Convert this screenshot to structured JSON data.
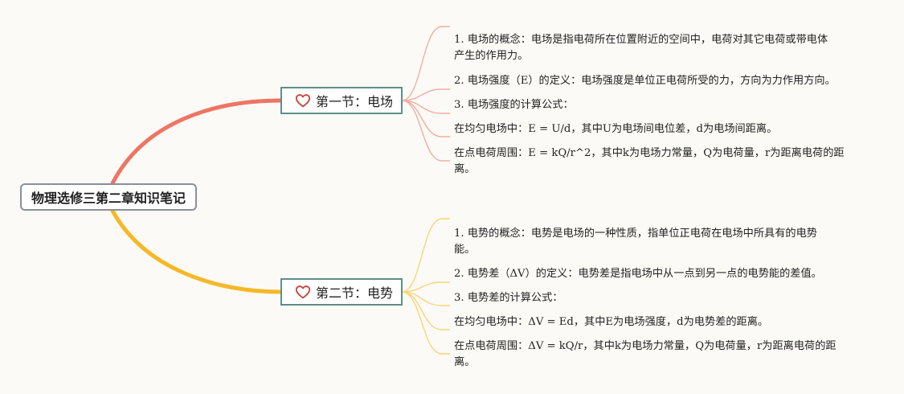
{
  "root": {
    "title": "物理选修三第二章知识笔记"
  },
  "branches": [
    {
      "icon": "heart-icon",
      "title": "第一节：电场",
      "color": "#ee7564",
      "items": [
        {
          "line1": "1. 电场的概念：电场是指电荷所在位置附近的空间中，电荷对其它电荷或带电体",
          "line2": "产生的作用力。"
        },
        {
          "line1": "2. 电场强度（E）的定义：电场强度是单位正电荷所受的力，方向为力作用方向。",
          "line2": ""
        },
        {
          "line1": "3. 电场强度的计算公式：",
          "line2": ""
        },
        {
          "line1": "在均匀电场中：E = U/d，其中U为电场间电位差，d为电场间距离。",
          "line2": ""
        },
        {
          "line1": "在点电荷周围：E = kQ/r^2，其中k为电场力常量，Q为电荷量，r为距离电荷的距",
          "line2": "离。"
        }
      ]
    },
    {
      "icon": "heart-icon",
      "title": "第二节：电势",
      "color": "#f6b829",
      "items": [
        {
          "line1": "1. 电势的概念：电势是电场的一种性质，指单位正电荷在电场中所具有的电势",
          "line2": "能。"
        },
        {
          "line1": "2. 电势差（ΔV）的定义：电势差是指电场中从一点到另一点的电势能的差值。",
          "line2": ""
        },
        {
          "line1": "3. 电势差的计算公式：",
          "line2": ""
        },
        {
          "line1": "在均匀电场中：ΔV = Ed，其中E为电场强度，d为电势差的距离。",
          "line2": ""
        },
        {
          "line1": "在点电荷周围：ΔV = kQ/r，其中k为电场力常量，Q为电荷量，r为距离电荷的距",
          "line2": "离。"
        }
      ]
    }
  ],
  "colors": {
    "branch_border": "#5f8f86",
    "leaf_red": "#f2aea3",
    "leaf_yellow": "#f8d57a",
    "heart": "#c9453e"
  }
}
